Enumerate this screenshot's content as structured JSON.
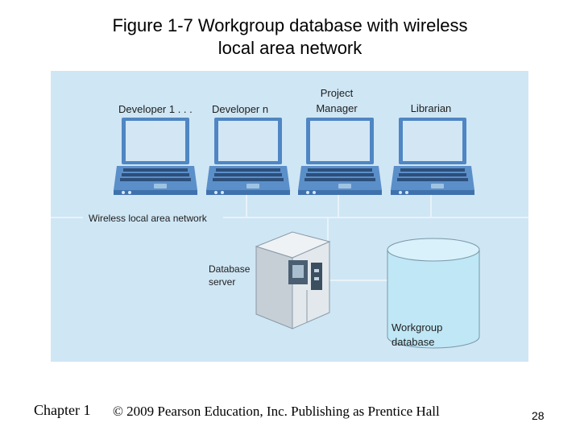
{
  "title": {
    "line1": "Figure 1-7 Workgroup database with wireless",
    "line2": "local area network"
  },
  "diagram": {
    "labels": {
      "developer1": "Developer 1 . . .",
      "developern": "Developer n",
      "project_line1": "Project",
      "project_line2": "Manager",
      "librarian": "Librarian",
      "wlan": "Wireless local area network",
      "server_line1": "Database",
      "server_line2": "server",
      "db_line1": "Workgroup",
      "db_line2": "database"
    },
    "colors": {
      "background": "#cfe6f4",
      "laptop_body": "#5b8fc9",
      "laptop_screen": "#cde2f2",
      "network_line": "#e8f2fa",
      "cylinder": "#bfe7f5"
    }
  },
  "footer": {
    "chapter": "Chapter 1",
    "copyright": "© 2009 Pearson Education, Inc.  Publishing as Prentice Hall",
    "page": "28"
  }
}
